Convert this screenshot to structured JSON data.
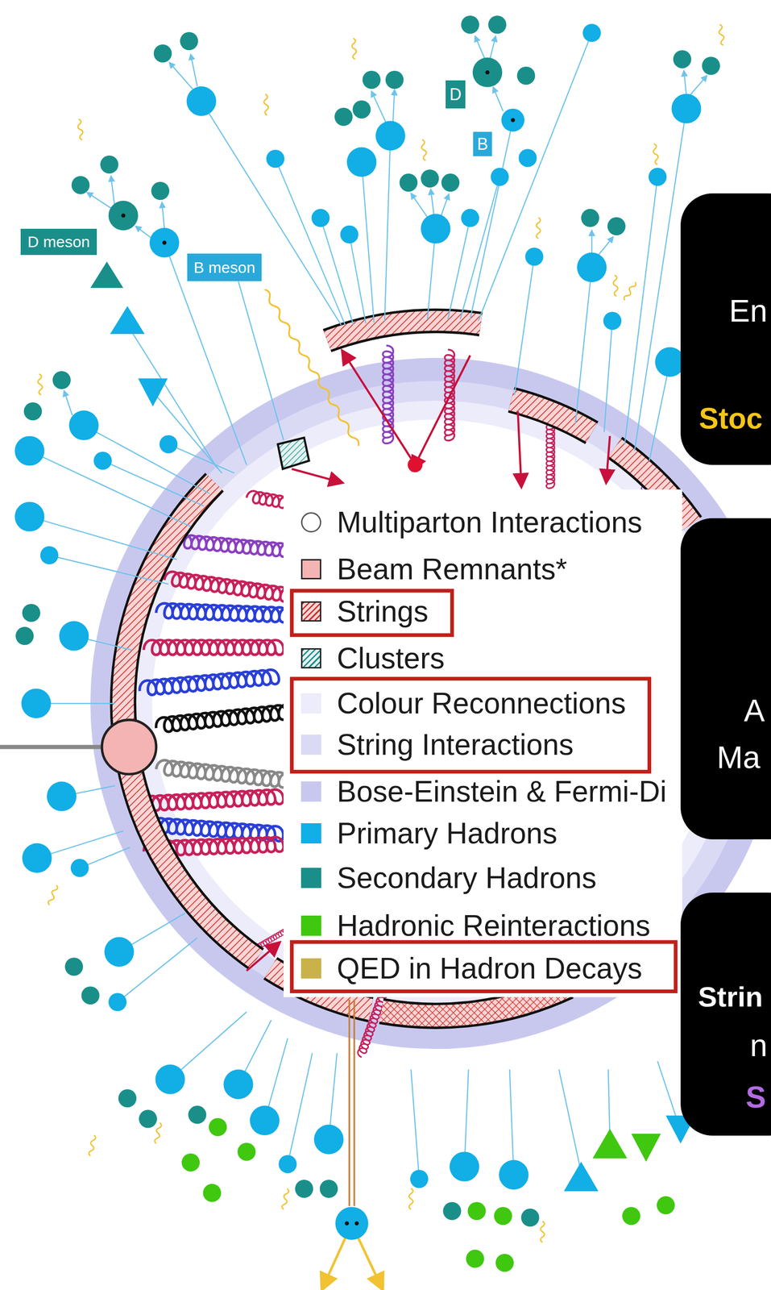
{
  "diagram": {
    "nodes": [
      {
        "text": [
          "D"
        ]
      },
      {
        "text": [
          "B"
        ]
      },
      {
        "text": [
          "D meson"
        ]
      },
      {
        "text": [
          "B meson"
        ]
      },
      {
        "text": [
          "En",
          "Stoc"
        ]
      },
      {
        "text": [
          "A",
          "Ma"
        ]
      },
      {
        "text": [
          "Strin",
          "n",
          "S"
        ]
      }
    ],
    "legend": [
      {
        "text": "Multiparton Interactions"
      },
      {
        "text": "Beam Remnants*",
        "color": "#f4b4b4"
      },
      {
        "text": "Strings"
      },
      {
        "text": "Clusters"
      },
      {
        "text": "Colour Reconnections",
        "color": "#ececfa"
      },
      {
        "text": "String Interactions",
        "color": "#dadaf5"
      },
      {
        "text": "Bose-Einstein & Fermi-Di",
        "color": "#c8c8ef"
      },
      {
        "text": "Primary Hadrons",
        "color": "#12aee6"
      },
      {
        "text": "Secondary Hadrons",
        "color": "#1a8f8a"
      },
      {
        "text": "Hadronic Reinteractions",
        "color": "#3fc80f"
      },
      {
        "text": "QED in Hadron Decays",
        "color": "#c9b24a"
      }
    ]
  }
}
